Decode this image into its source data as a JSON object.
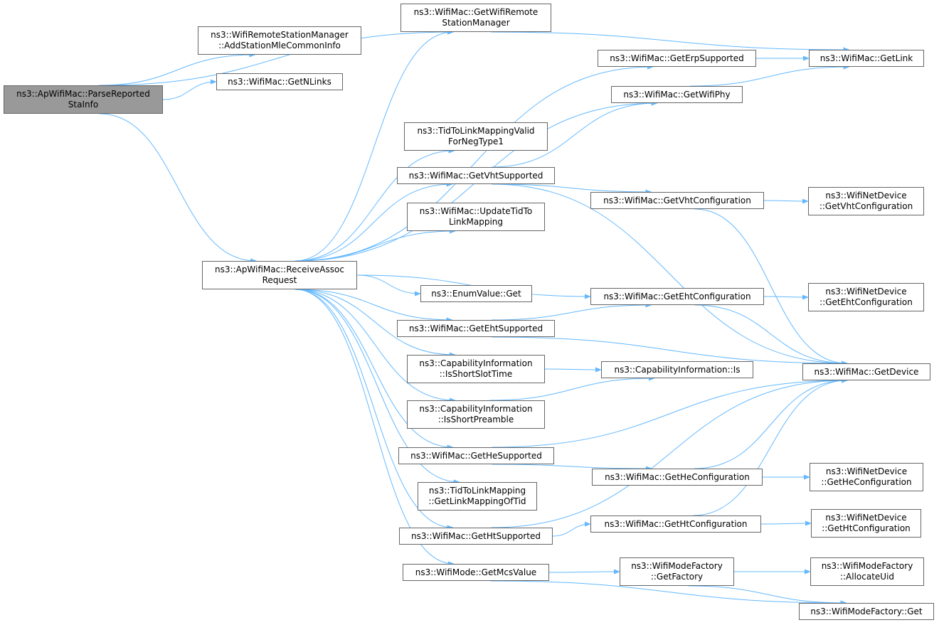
{
  "colors": {
    "edge": "#63b8ff",
    "node_border": "#666666",
    "root_fill": "#999999",
    "node_fill": "#ffffff"
  },
  "nodes": [
    {
      "id": "parse",
      "lines": [
        "ns3::ApWifiMac::ParseReported",
        "StaInfo"
      ],
      "root": true
    },
    {
      "id": "addsta",
      "lines": [
        "ns3::WifiRemoteStationManager",
        "::AddStationMleCommonInfo"
      ]
    },
    {
      "id": "nlinks",
      "lines": [
        "ns3::WifiMac::GetNLinks"
      ]
    },
    {
      "id": "recv",
      "lines": [
        "ns3::ApWifiMac::ReceiveAssoc",
        "Request"
      ]
    },
    {
      "id": "gwrsm",
      "lines": [
        "ns3::WifiMac::GetWifiRemote",
        "StationManager"
      ]
    },
    {
      "id": "erp",
      "lines": [
        "ns3::WifiMac::GetErpSupported"
      ]
    },
    {
      "id": "phy",
      "lines": [
        "ns3::WifiMac::GetWifiPhy"
      ]
    },
    {
      "id": "link",
      "lines": [
        "ns3::WifiMac::GetLink"
      ]
    },
    {
      "id": "tidvalid",
      "lines": [
        "ns3::TidToLinkMappingValid",
        "ForNegType1"
      ]
    },
    {
      "id": "vhts",
      "lines": [
        "ns3::WifiMac::GetVhtSupported"
      ]
    },
    {
      "id": "vhtc",
      "lines": [
        "ns3::WifiMac::GetVhtConfiguration"
      ]
    },
    {
      "id": "ndvht",
      "lines": [
        "ns3::WifiNetDevice",
        "::GetVhtConfiguration"
      ]
    },
    {
      "id": "updtid",
      "lines": [
        "ns3::WifiMac::UpdateTidTo",
        "LinkMapping"
      ]
    },
    {
      "id": "enumget",
      "lines": [
        "ns3::EnumValue::Get"
      ]
    },
    {
      "id": "ehtc",
      "lines": [
        "ns3::WifiMac::GetEhtConfiguration"
      ]
    },
    {
      "id": "ndeht",
      "lines": [
        "ns3::WifiNetDevice",
        "::GetEhtConfiguration"
      ]
    },
    {
      "id": "ehts",
      "lines": [
        "ns3::WifiMac::GetEhtSupported"
      ]
    },
    {
      "id": "slot",
      "lines": [
        "ns3::CapabilityInformation",
        "::IsShortSlotTime"
      ]
    },
    {
      "id": "capis",
      "lines": [
        "ns3::CapabilityInformation::Is"
      ]
    },
    {
      "id": "device",
      "lines": [
        "ns3::WifiMac::GetDevice"
      ]
    },
    {
      "id": "pre",
      "lines": [
        "ns3::CapabilityInformation",
        "::IsShortPreamble"
      ]
    },
    {
      "id": "hes",
      "lines": [
        "ns3::WifiMac::GetHeSupported"
      ]
    },
    {
      "id": "hec",
      "lines": [
        "ns3::WifiMac::GetHeConfiguration"
      ]
    },
    {
      "id": "ndhe",
      "lines": [
        "ns3::WifiNetDevice",
        "::GetHeConfiguration"
      ]
    },
    {
      "id": "tidget",
      "lines": [
        "ns3::TidToLinkMapping",
        "::GetLinkMappingOfTid"
      ]
    },
    {
      "id": "hts",
      "lines": [
        "ns3::WifiMac::GetHtSupported"
      ]
    },
    {
      "id": "htc",
      "lines": [
        "ns3::WifiMac::GetHtConfiguration"
      ]
    },
    {
      "id": "ndht",
      "lines": [
        "ns3::WifiNetDevice",
        "::GetHtConfiguration"
      ]
    },
    {
      "id": "mcs",
      "lines": [
        "ns3::WifiMode::GetMcsValue"
      ]
    },
    {
      "id": "factory",
      "lines": [
        "ns3::WifiModeFactory",
        "::GetFactory"
      ]
    },
    {
      "id": "alloc",
      "lines": [
        "ns3::WifiModeFactory",
        "::AllocateUid"
      ]
    },
    {
      "id": "wmfget",
      "lines": [
        "ns3::WifiModeFactory::Get"
      ]
    }
  ],
  "edges": [
    [
      "parse",
      "addsta"
    ],
    [
      "parse",
      "nlinks"
    ],
    [
      "parse",
      "gwrsm"
    ],
    [
      "parse",
      "recv"
    ],
    [
      "recv",
      "gwrsm"
    ],
    [
      "recv",
      "erp"
    ],
    [
      "recv",
      "phy"
    ],
    [
      "recv",
      "tidvalid"
    ],
    [
      "recv",
      "vhts"
    ],
    [
      "recv",
      "updtid"
    ],
    [
      "recv",
      "ehtc"
    ],
    [
      "recv",
      "enumget"
    ],
    [
      "recv",
      "ehts"
    ],
    [
      "recv",
      "slot"
    ],
    [
      "recv",
      "pre"
    ],
    [
      "recv",
      "hes"
    ],
    [
      "recv",
      "tidget"
    ],
    [
      "recv",
      "hts"
    ],
    [
      "recv",
      "mcs"
    ],
    [
      "gwrsm",
      "link"
    ],
    [
      "erp",
      "link"
    ],
    [
      "phy",
      "link"
    ],
    [
      "vhts",
      "phy"
    ],
    [
      "vhts",
      "vhtc"
    ],
    [
      "vhts",
      "device"
    ],
    [
      "vhtc",
      "ndvht"
    ],
    [
      "vhtc",
      "device"
    ],
    [
      "ehts",
      "ehtc"
    ],
    [
      "ehts",
      "device"
    ],
    [
      "ehtc",
      "ndeht"
    ],
    [
      "ehtc",
      "device"
    ],
    [
      "slot",
      "capis"
    ],
    [
      "pre",
      "capis"
    ],
    [
      "hes",
      "device"
    ],
    [
      "hes",
      "hec"
    ],
    [
      "hec",
      "ndhe"
    ],
    [
      "hec",
      "device"
    ],
    [
      "hts",
      "device"
    ],
    [
      "hts",
      "htc"
    ],
    [
      "htc",
      "ndht"
    ],
    [
      "htc",
      "device"
    ],
    [
      "mcs",
      "factory"
    ],
    [
      "mcs",
      "wmfget"
    ],
    [
      "factory",
      "alloc"
    ],
    [
      "factory",
      "wmfget"
    ]
  ]
}
